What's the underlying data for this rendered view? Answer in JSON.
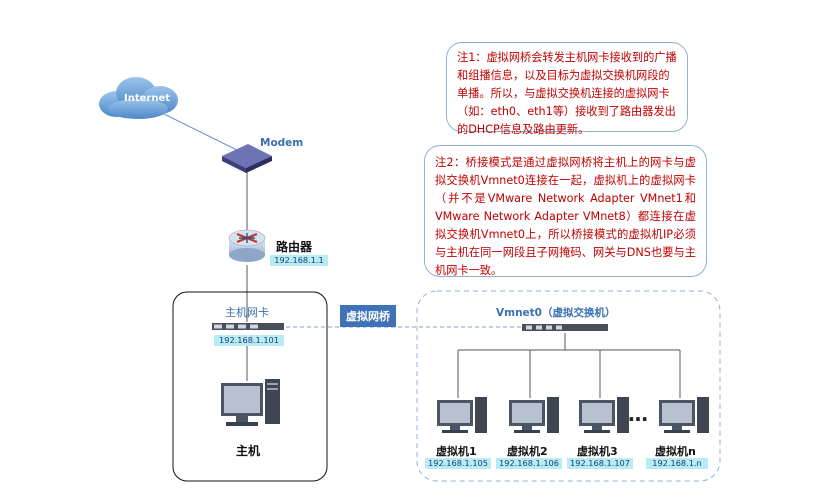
{
  "notes": [
    {
      "text": "注1：虚拟网桥会转发主机网卡接收到的广播和组播信息，以及目标为虚拟交换机网段的单播。所以，与虚拟交换机连接的虚拟网卡（如：eth0、eth1等）接收到了路由器发出的DHCP信息及路由更新。"
    },
    {
      "text": "注2：桥接模式是通过虚拟网桥将主机上的网卡与虚拟交换机Vmnet0连接在一起，虚拟机上的虚拟网卡（并不是VMware Network Adapter VMnet1和VMware Network Adapter VMnet8）都连接在虚拟交换机Vmnet0上，所以桥接模式的虚拟机IP必须与主机在同一网段且子网掩码、网关与DNS也要与主机网卡一致。"
    }
  ],
  "internet_label": "Internet",
  "modem_label": "Modem",
  "router": {
    "label": "路由器",
    "ip": "192.168.1.1"
  },
  "host": {
    "nic_label": "主机网卡",
    "nic_ip": "192.168.1.101",
    "label": "主机"
  },
  "bridge_label": "虚拟网桥",
  "vswitch_label": "Vmnet0（虚拟交换机）",
  "ellipsis": "…",
  "vms": [
    {
      "label": "虚拟机1",
      "ip": "192.168.1.105"
    },
    {
      "label": "虚拟机2",
      "ip": "192.168.1.106"
    },
    {
      "label": "虚拟机3",
      "ip": "192.168.1.107"
    },
    {
      "label": "虚拟机n",
      "ip": "192.168.1.n"
    }
  ],
  "colors": {
    "accent": "#3f73b7",
    "note_text": "#c00000",
    "ip_fill": "#b7ecf3"
  }
}
